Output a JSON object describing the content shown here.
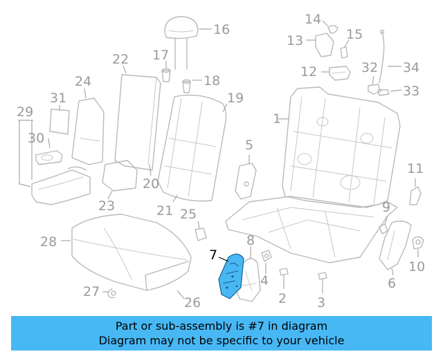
{
  "diagram": {
    "callouts": [
      "1",
      "2",
      "3",
      "4",
      "5",
      "6",
      "7",
      "8",
      "9",
      "10",
      "11",
      "12",
      "13",
      "14",
      "15",
      "16",
      "17",
      "18",
      "19",
      "20",
      "21",
      "22",
      "23",
      "24",
      "25",
      "26",
      "27",
      "28",
      "29",
      "30",
      "31",
      "32",
      "33",
      "34"
    ],
    "highlighted_part": "7",
    "highlight_color": "#48b8f4",
    "line_color": "#b9b9b9"
  },
  "banner": {
    "line1": "Part or sub-assembly is #7 in diagram",
    "line2": "Diagram may not be specific to your vehicle",
    "background": "#48b8f4"
  }
}
